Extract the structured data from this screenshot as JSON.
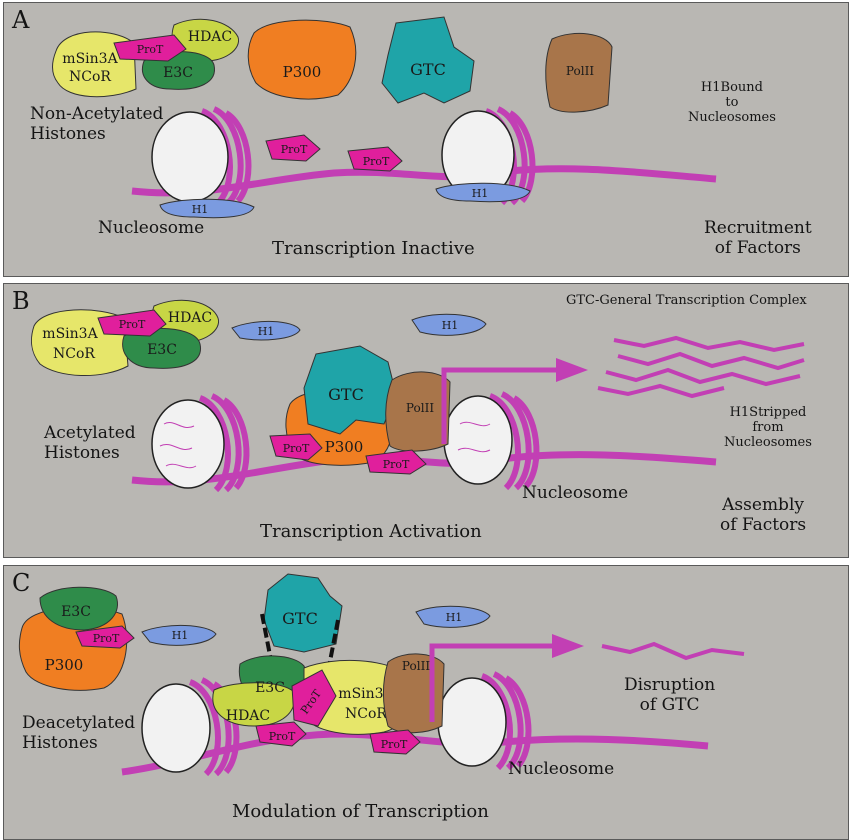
{
  "colors": {
    "panel_bg": "#b9b7b3",
    "dna": "#c23fb4",
    "msin3a": "#e6e66a",
    "hdac": "#c8d645",
    "prot": "#e01f9c",
    "e3c": "#2f8c4a",
    "p300": "#f07e22",
    "gtc": "#1fa4a8",
    "polii": "#a8754a",
    "h1": "#7b9be0",
    "nucleosome": "#f2f2f2"
  },
  "blob_labels": {
    "msin3a": "mSin3A",
    "ncor": "NCoR",
    "hdac": "HDAC",
    "prot": "ProT",
    "e3c": "E3C",
    "p300": "P300",
    "gtc": "GTC",
    "polii": "PolII",
    "h1": "H1"
  },
  "panels": [
    {
      "letter": "A",
      "caption": "Transcription Inactive",
      "histone_label": "Non-Acetylated\nHistones",
      "nucleosome_label": "Nucleosome",
      "h1_note": "H1Bound\nto\nNucleosomes",
      "factor_note": "Recruitment\nof Factors"
    },
    {
      "letter": "B",
      "caption": "Transcription Activation",
      "histone_label": "Acetylated\nHistones",
      "nucleosome_label": "Nucleosome",
      "gtc_note": "GTC-General Transcription Complex",
      "h1_note": "H1Stripped\nfrom\nNucleosomes",
      "factor_note": "Assembly\nof Factors"
    },
    {
      "letter": "C",
      "caption": "Modulation of Transcription",
      "histone_label": "Deacetylated\nHistones",
      "nucleosome_label": "Nucleosome",
      "gtc_note": "Disruption\nof GTC"
    }
  ]
}
